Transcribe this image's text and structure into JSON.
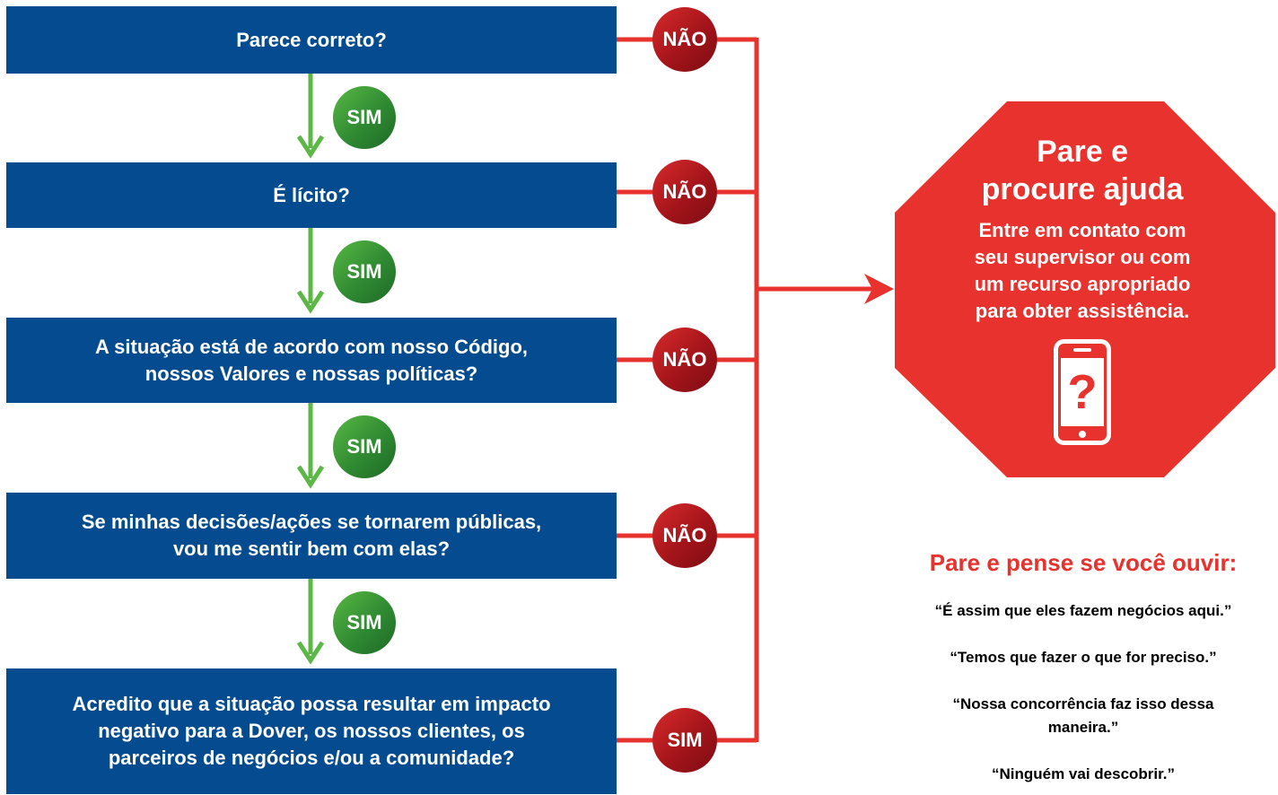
{
  "questions": [
    {
      "text": "Parece correto?"
    },
    {
      "text": "É lícito?"
    },
    {
      "text": "A situação está de acordo com nosso Código,\nnossos Valores e nossas políticas?"
    },
    {
      "text": "Se minhas decisões/ações se tornarem públicas,\nvou me sentir bem com elas?"
    },
    {
      "text": "Acredito que a situação possa resultar em impacto\nnegativo para a Dover, os nossos clientes, os\nparceiros de negócios e/ou a comunidade?"
    }
  ],
  "yes_label": "SIM",
  "no_label": "NÃO",
  "stop_sign": {
    "title": "Pare e\nprocure ajuda",
    "body": "Entre em contato com\nseu supervisor ou com\num recurso apropriado\npara obter assistência.",
    "icon": "phone-question-icon"
  },
  "think": {
    "title": "Pare e pense se você ouvir:",
    "quotes": [
      "“É assim que eles fazem negócios aqui.”",
      "“Temos que fazer o que for preciso.”",
      "“Nossa concorrência faz isso dessa maneira.”",
      "“Ninguém vai descobrir.”"
    ]
  },
  "colors": {
    "box_blue": "#044c8f",
    "flow_green": "#5cb846",
    "flow_red": "#e8322d",
    "stop_red": "#e8322d"
  }
}
